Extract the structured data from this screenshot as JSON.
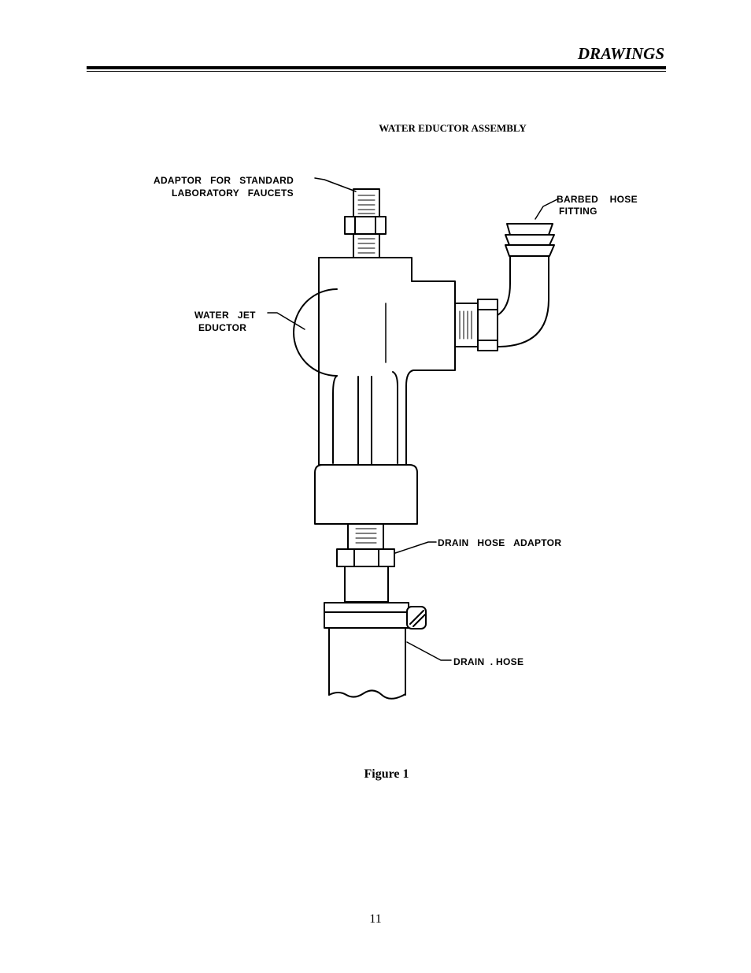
{
  "header": {
    "section_title": "DRAWINGS"
  },
  "diagram": {
    "title": "WATER EDUCTOR ASSEMBLY",
    "labels": {
      "adaptor_line1": "ADAPTOR   FOR   STANDARD",
      "adaptor_line2": "LABORATORY   FAUCETS",
      "barbed_line1": "BARBED    HOSE",
      "barbed_line2": "FITTING",
      "eductor_line1": "WATER   JET",
      "eductor_line2": "EDUCTOR",
      "drain_adaptor": "DRAIN   HOSE   ADAPTOR",
      "drain_hose": "DRAIN  . HOSE"
    }
  },
  "figure_caption": "Figure 1",
  "page_number": "11"
}
